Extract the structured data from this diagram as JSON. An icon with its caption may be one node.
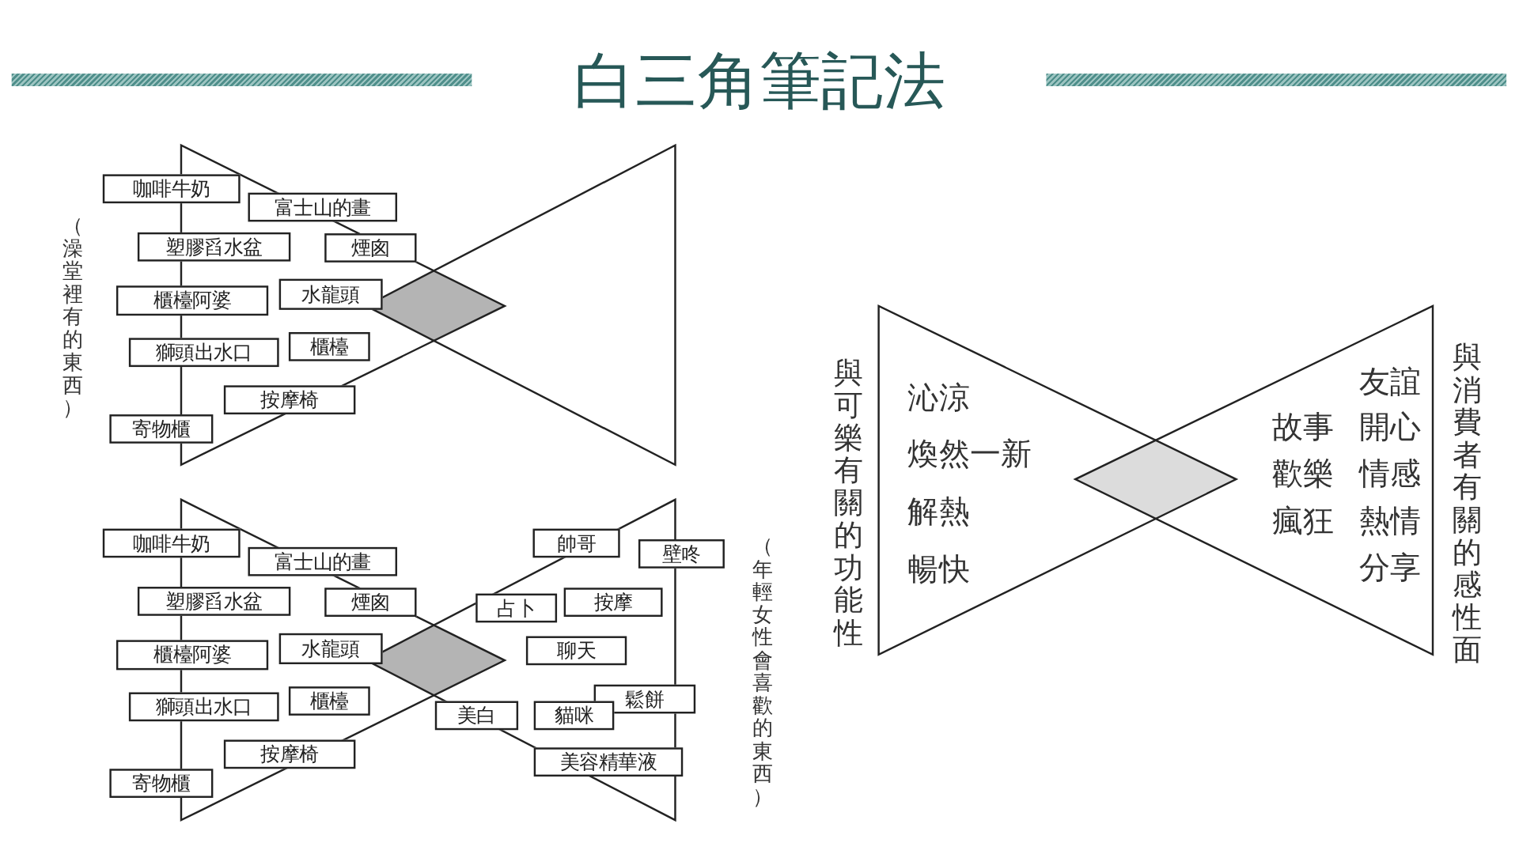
{
  "diagram": {
    "title": "白三角筆記法",
    "nodes": [
      {
        "text": [],
        "shape": "bar"
      },
      {
        "text": [],
        "shape": "bar"
      },
      {
        "text": [
          "咖啡牛奶"
        ]
      },
      {
        "text": [
          "富士山的畫"
        ]
      },
      {
        "text": [
          "塑膠舀水盆"
        ]
      },
      {
        "text": [
          "煙囪"
        ]
      },
      {
        "text": [
          "櫃檯阿婆"
        ]
      },
      {
        "text": [
          "水龍頭"
        ]
      },
      {
        "text": [
          "獅頭出水口"
        ]
      },
      {
        "text": [
          "櫃檯"
        ]
      },
      {
        "text": [
          "按摩椅"
        ]
      },
      {
        "text": [
          "寄物櫃"
        ]
      },
      {
        "text": [
          "咖啡牛奶"
        ]
      },
      {
        "text": [
          "富士山的畫"
        ]
      },
      {
        "text": [
          "塑膠舀水盆"
        ]
      },
      {
        "text": [
          "煙囪"
        ]
      },
      {
        "text": [
          "櫃檯阿婆"
        ]
      },
      {
        "text": [
          "水龍頭"
        ]
      },
      {
        "text": [
          "獅頭出水口"
        ]
      },
      {
        "text": [
          "櫃檯"
        ]
      },
      {
        "text": [
          "按摩椅"
        ]
      },
      {
        "text": [
          "寄物櫃"
        ]
      },
      {
        "text": [
          "帥哥"
        ]
      },
      {
        "text": [
          "壁咚"
        ]
      },
      {
        "text": [
          "占卜"
        ]
      },
      {
        "text": [
          "按摩"
        ]
      },
      {
        "text": [
          "聊天"
        ]
      },
      {
        "text": [
          "鬆餅"
        ]
      },
      {
        "text": [
          "貓咪"
        ]
      },
      {
        "text": [
          "美白"
        ]
      },
      {
        "text": [
          "美容精華液"
        ]
      }
    ],
    "labels": [
      "（澡堂裡有的東西）",
      "（年輕女性會喜歡的東西）",
      "與可樂有關的功能性",
      "沁涼",
      "煥然一新",
      "解熱",
      "暢快",
      "故事",
      "歡樂",
      "瘋狂",
      "友誼",
      "開心",
      "情感",
      "熱情",
      "分享",
      "與消費者有關的感性面"
    ]
  }
}
